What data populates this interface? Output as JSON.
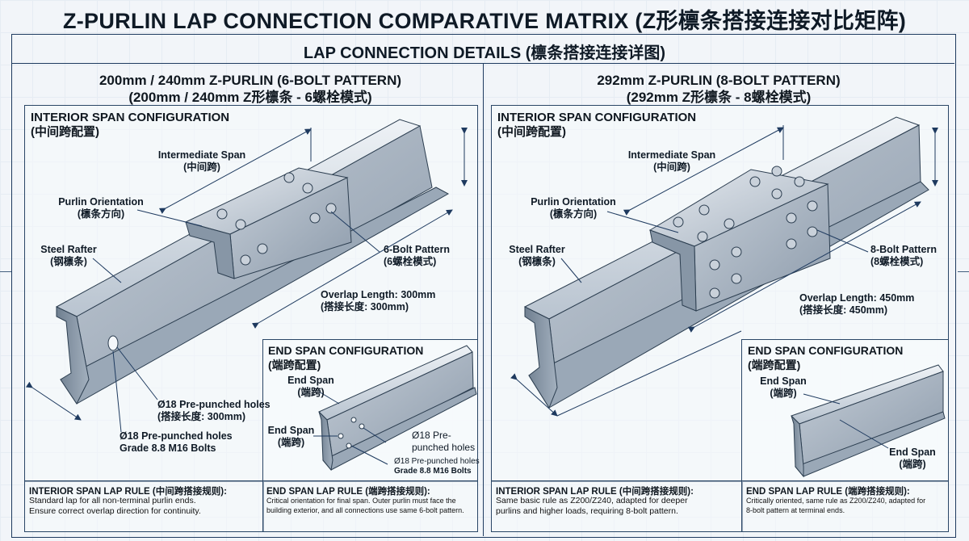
{
  "title": "Z-PURLIN LAP CONNECTION COMPARATIVE MATRIX (Z形檩条搭接连接对比矩阵)",
  "subtitle": "LAP CONNECTION DETAILS (檩条搭接连接详图)",
  "columns": [
    {
      "title_en": "200mm / 240mm Z-PURLIN (6-BOLT PATTERN)",
      "title_cn": "(200mm / 240mm Z形檩条 - 6螺栓模式)",
      "interior": {
        "title_en": "INTERIOR SPAN CONFIGURATION",
        "title_cn": "(中间跨配置)",
        "labels": {
          "intermediate_en": "Intermediate Span",
          "intermediate_cn": "(中间跨)",
          "orientation_en": "Purlin Orientation",
          "orientation_cn": "(檩条方向)",
          "rafter_en": "Steel Rafter",
          "rafter_cn": "(钢檩条)",
          "bolt_en": "6-Bolt Pattern",
          "bolt_cn": "(6螺栓模式)",
          "overlap_en": "Overlap Length: 300mm",
          "overlap_cn": "(搭接长度: 300mm)",
          "holes1_en": "Ø18 Pre-punched holes",
          "holes1_cn": "(搭接长度: 300mm)",
          "holes2_en": "Ø18 Pre-punched holes",
          "holes2_cn": "Grade 8.8 M16 Bolts"
        }
      },
      "end": {
        "title_en": "END SPAN CONFIGURATION",
        "title_cn": "(端跨配置)",
        "labels": {
          "end1_en": "End Span",
          "end1_cn": "(端跨)",
          "end2_en": "End Span",
          "end2_cn": "(端跨)",
          "holes_en": "Ø18 Pre-",
          "holes_en2": "punched holes",
          "small1": "Ø18 Pre-punched holes",
          "small2": "Grade 8.8 M16 Bolts"
        }
      },
      "rule_interior": {
        "title": "INTERIOR SPAN LAP RULE (中间跨搭接规则):",
        "line1": "Standard lap for all non-terminal purlin ends.",
        "line2": "Ensure correct overlap direction for continuity."
      },
      "rule_end": {
        "title": "END SPAN LAP RULE (端跨搭接规则):",
        "line1": "Critical orientation for final span. Outer purlin must face the",
        "line2": "building exterior, and all connections use same 6-bolt pattern."
      }
    },
    {
      "title_en": "292mm Z-PURLIN (8-BOLT PATTERN)",
      "title_cn": "(292mm Z形檩条 - 8螺栓模式)",
      "interior": {
        "title_en": "INTERIOR SPAN CONFIGURATION",
        "title_cn": "(中间跨配置)",
        "labels": {
          "intermediate_en": "Intermediate Span",
          "intermediate_cn": "(中间跨)",
          "orientation_en": "Purlin Orientation",
          "orientation_cn": "(檩条方向)",
          "rafter_en": "Steel Rafter",
          "rafter_cn": "(钢檩条)",
          "bolt_en": "8-Bolt Pattern",
          "bolt_cn": "(8螺栓模式)",
          "overlap_en": "Overlap Length: 450mm",
          "overlap_cn": "(搭接长度: 450mm)"
        }
      },
      "end": {
        "title_en": "END SPAN CONFIGURATION",
        "title_cn": "(端跨配置)",
        "labels": {
          "end1_en": "End Span",
          "end1_cn": "(端跨)",
          "end2_en": "End Span",
          "end2_cn": "(端跨)"
        }
      },
      "rule_interior": {
        "title": "INTERIOR SPAN LAP RULE (中间跨搭接规则):",
        "line1": "Same basic rule as Z200/Z240, adapted for deeper",
        "line2": "purlins and higher loads, requiring 8-bolt pattern."
      },
      "rule_end": {
        "title": "END SPAN LAP RULE (端跨搭接规则):",
        "line1": "Critically oriented, same rule as Z200/Z240, adapted for",
        "line2": "8-bolt pattern at terminal ends."
      }
    }
  ],
  "colors": {
    "line": "#1e3a5f",
    "steel_light": "#d9e0e8",
    "steel_mid": "#a9b6c4",
    "steel_dark": "#6f7f90"
  }
}
